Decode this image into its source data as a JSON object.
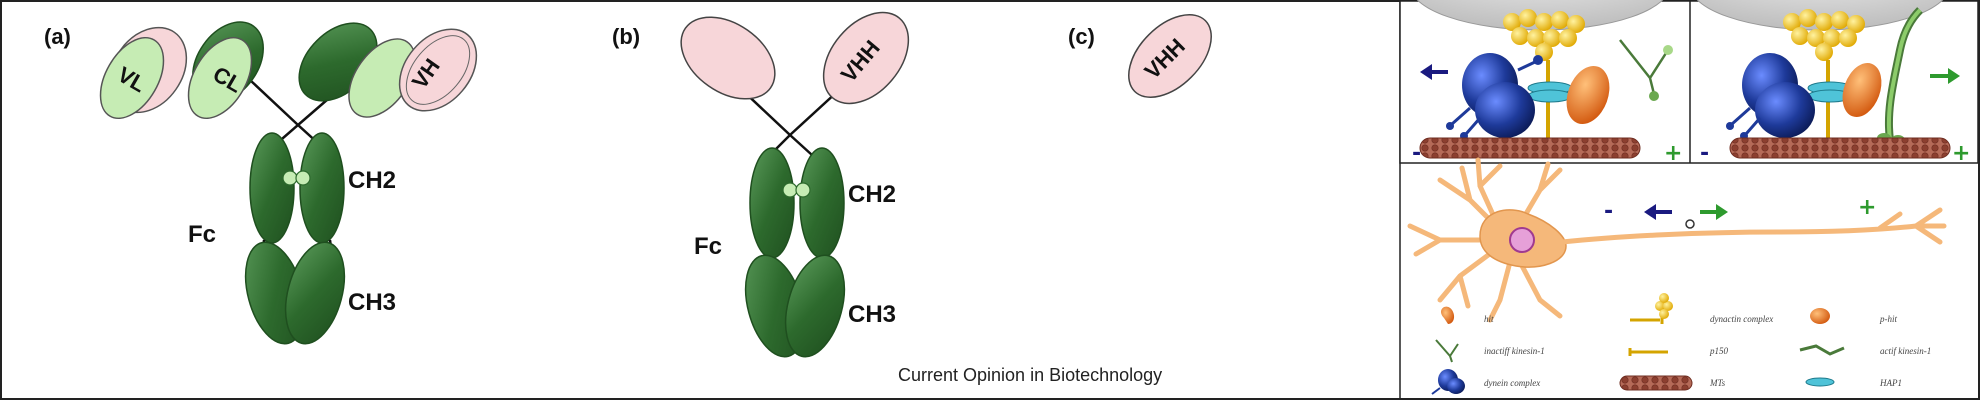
{
  "panels": {
    "a": {
      "letter": "(a)",
      "domains": {
        "vl": "VL",
        "cl": "CL",
        "vh": "VH"
      },
      "hinge_labels": {
        "ch2": "CH2",
        "ch3": "CH3",
        "fc": "Fc"
      }
    },
    "b": {
      "letter": "(b)",
      "domains": {
        "vhh": "VHH"
      },
      "hinge_labels": {
        "ch2": "CH2",
        "ch3": "CH3",
        "fc": "Fc"
      }
    },
    "c": {
      "letter": "(c)",
      "domains": {
        "vhh": "VHH"
      }
    }
  },
  "credit": "Current Opinion in Biotechnology",
  "motor": {
    "signs": {
      "minus": "-",
      "plus": "+"
    }
  },
  "neuron": {
    "signs": {
      "minus": "-",
      "plus": "+"
    }
  },
  "legend": [
    {
      "icon": "nanobody-hit-icon",
      "text": "hit"
    },
    {
      "icon": "dynactin-complex-icon",
      "text": "dynactin complex"
    },
    {
      "icon": "p-hit-icon",
      "text": "p-hit"
    },
    {
      "icon": "inactive-kinesin-icon",
      "text": "inactiff kinesin-1"
    },
    {
      "icon": "p150-glued-icon",
      "text": "p150"
    },
    {
      "icon": "active-kinesin-icon",
      "text": "actif kinesin-1"
    },
    {
      "icon": "dynein-complex-icon",
      "text": "dynein complex"
    },
    {
      "icon": "microtubule-icon",
      "text": "MTs"
    },
    {
      "icon": "hap1-icon",
      "text": "HAP1"
    }
  ],
  "colors": {
    "dark_green": "#2d6a2d",
    "light_green": "#c6ecb4",
    "pink": "#f7d6d9",
    "dynein_blue": "#1e3a9a",
    "kinesin_green": "#6aa84f",
    "arrow_blue": "#1a1a80",
    "arrow_green": "#2e9a2e",
    "neuron_orange": "#f5b87a",
    "microtubule_brown": "#a05a4a",
    "motor_orange": "#e8772e",
    "dynactin_yellow": "#f2c31a"
  }
}
